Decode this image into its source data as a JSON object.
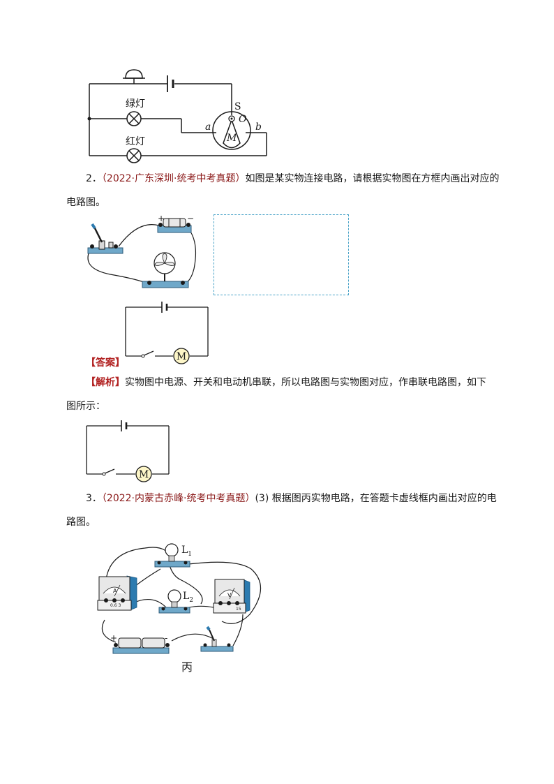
{
  "circuit1": {
    "label_green": "绿灯",
    "label_red": "红灯",
    "label_s": "S",
    "label_o": "O",
    "label_a": "a",
    "label_b": "b",
    "label_m": "M"
  },
  "q2": {
    "number": "2．",
    "source": "（2022·广东深圳·统考中考真题）",
    "text1": "如图是某实物连接电路，请根据实物图在方框内画出对应的",
    "text2": "电路图。",
    "plus": "+",
    "minus": "−",
    "motor_label": "M",
    "answer_label": "【答案】",
    "analysis_label": "【解析】",
    "analysis_text1": "实物图中电源、开关和电动机串联，所以电路图与实物图对应，作串联电路图，如下",
    "analysis_text2": "图所示："
  },
  "q3": {
    "number": "3．",
    "source": "（2022·内蒙古赤峰·统考中考真题）",
    "text1": "(3) 根据图丙实物电路，在答题卡虚线框内画出对应的电",
    "text2": "路图。",
    "l1_label": "L",
    "l1_sub": "1",
    "l2_label": "L",
    "l2_sub": "2",
    "ammeter_label": "A",
    "ammeter_scale": "0.6  3",
    "voltmeter_label": "V",
    "voltmeter_scale": "15",
    "plus": "+",
    "minus": "-",
    "figure_caption": "丙"
  }
}
